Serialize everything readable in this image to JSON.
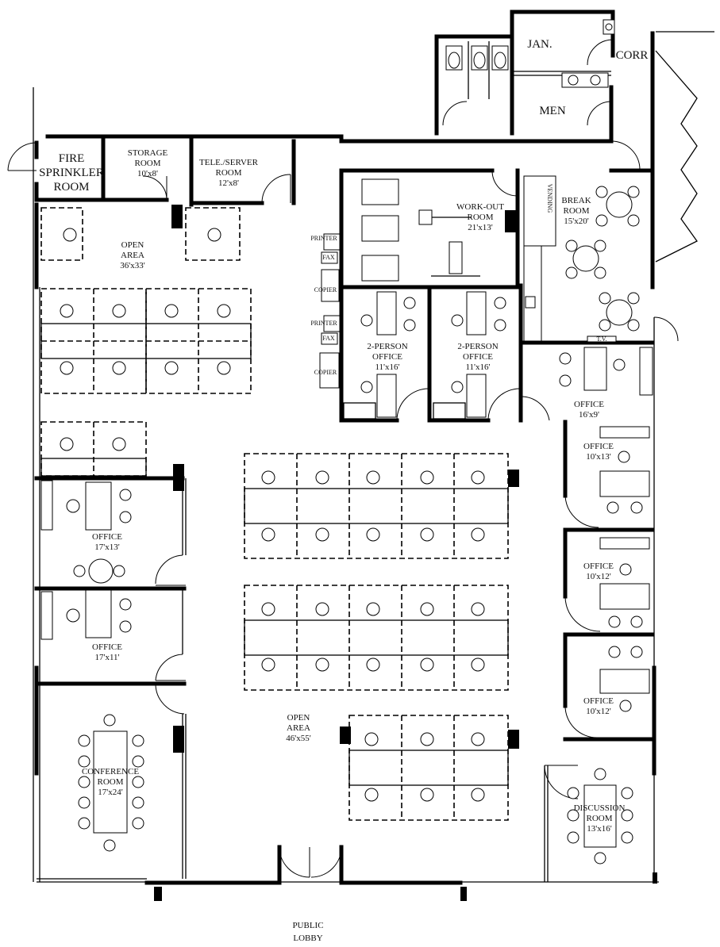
{
  "rooms": {
    "jan": {
      "name": "JAN."
    },
    "corr": {
      "name": "CORR"
    },
    "men": {
      "name": "MEN"
    },
    "fire": {
      "line1": "FIRE",
      "line2": "SPRINKLER",
      "line3": "ROOM"
    },
    "storage": {
      "line1": "STORAGE",
      "line2": "ROOM",
      "size": "10'x8'"
    },
    "tele": {
      "line1": "TELE./SERVER",
      "line2": "ROOM",
      "size": "12'x8'"
    },
    "workout": {
      "line1": "WORK-OUT",
      "line2": "ROOM",
      "size": "21'x13'"
    },
    "vending": {
      "name": "VENDING"
    },
    "break": {
      "line1": "BREAK",
      "line2": "ROOM",
      "size": "15'x20'"
    },
    "open_top": {
      "line1": "OPEN",
      "line2": "AREA",
      "size": "36'x33'"
    },
    "two_person_1": {
      "line1": "2-PERSON",
      "line2": "OFFICE",
      "size": "11'x16'"
    },
    "two_person_2": {
      "line1": "2-PERSON",
      "line2": "OFFICE",
      "size": "11'x16'"
    },
    "office_16x9": {
      "name": "OFFICE",
      "size": "16'x9'"
    },
    "office_10x13": {
      "name": "OFFICE",
      "size": "10'x13'"
    },
    "office_10x12_a": {
      "name": "OFFICE",
      "size": "10'x12'"
    },
    "office_10x12_b": {
      "name": "OFFICE",
      "size": "10'x12'"
    },
    "office_17x13": {
      "name": "OFFICE",
      "size": "17'x13'"
    },
    "office_17x11": {
      "name": "OFFICE",
      "size": "17'x11'"
    },
    "conference": {
      "line1": "CONFERENCE",
      "line2": "ROOM",
      "size": "17'x24'"
    },
    "open_main": {
      "line1": "OPEN",
      "line2": "AREA",
      "size": "46'x55'"
    },
    "discussion": {
      "line1": "DISCUSSION",
      "line2": "ROOM",
      "size": "13'x16'"
    },
    "lobby": {
      "line1": "PUBLIC",
      "line2": "LOBBY"
    }
  },
  "equipment": {
    "printer": "PRINTER",
    "fax": "FAX",
    "copier": "COPIER",
    "tv": "T.V."
  }
}
